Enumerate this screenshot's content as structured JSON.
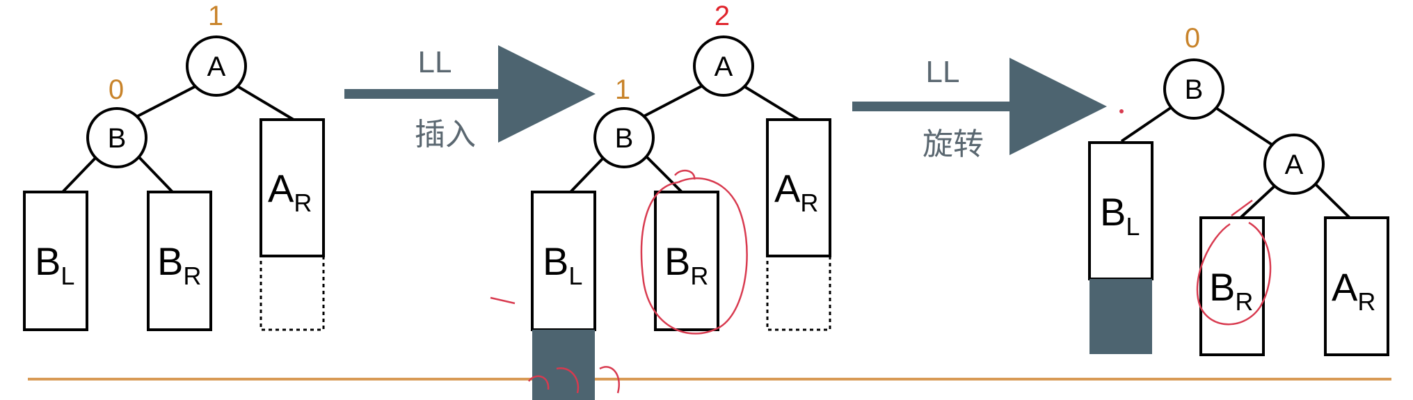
{
  "colors": {
    "bf_normal": "#c8832a",
    "bf_unbalanced": "#e0242c",
    "subtree_fill": "#4d6470",
    "arrow": "#4d6470",
    "baseline": "#d89a55",
    "annotation_ink": "#d83a4f"
  },
  "stage1": {
    "root": {
      "label": "A",
      "bf": "1"
    },
    "left": {
      "label": "B",
      "bf": "0"
    },
    "subtrees": [
      {
        "main": "B",
        "sub": "L"
      },
      {
        "main": "B",
        "sub": "R"
      },
      {
        "main": "A",
        "sub": "R"
      }
    ]
  },
  "arrow1": {
    "top_label": "LL",
    "bottom_label": "插入"
  },
  "stage2": {
    "root": {
      "label": "A",
      "bf": "2"
    },
    "left": {
      "label": "B",
      "bf": "1"
    },
    "subtrees": [
      {
        "main": "B",
        "sub": "L"
      },
      {
        "main": "B",
        "sub": "R"
      },
      {
        "main": "A",
        "sub": "R"
      }
    ]
  },
  "arrow2": {
    "top_label": "LL",
    "bottom_label": "旋转"
  },
  "stage3": {
    "root": {
      "label": "B",
      "bf": "0"
    },
    "right": {
      "label": "A"
    },
    "subtrees": [
      {
        "main": "B",
        "sub": "L"
      },
      {
        "main": "B",
        "sub": "R"
      },
      {
        "main": "A",
        "sub": "R"
      }
    ]
  }
}
